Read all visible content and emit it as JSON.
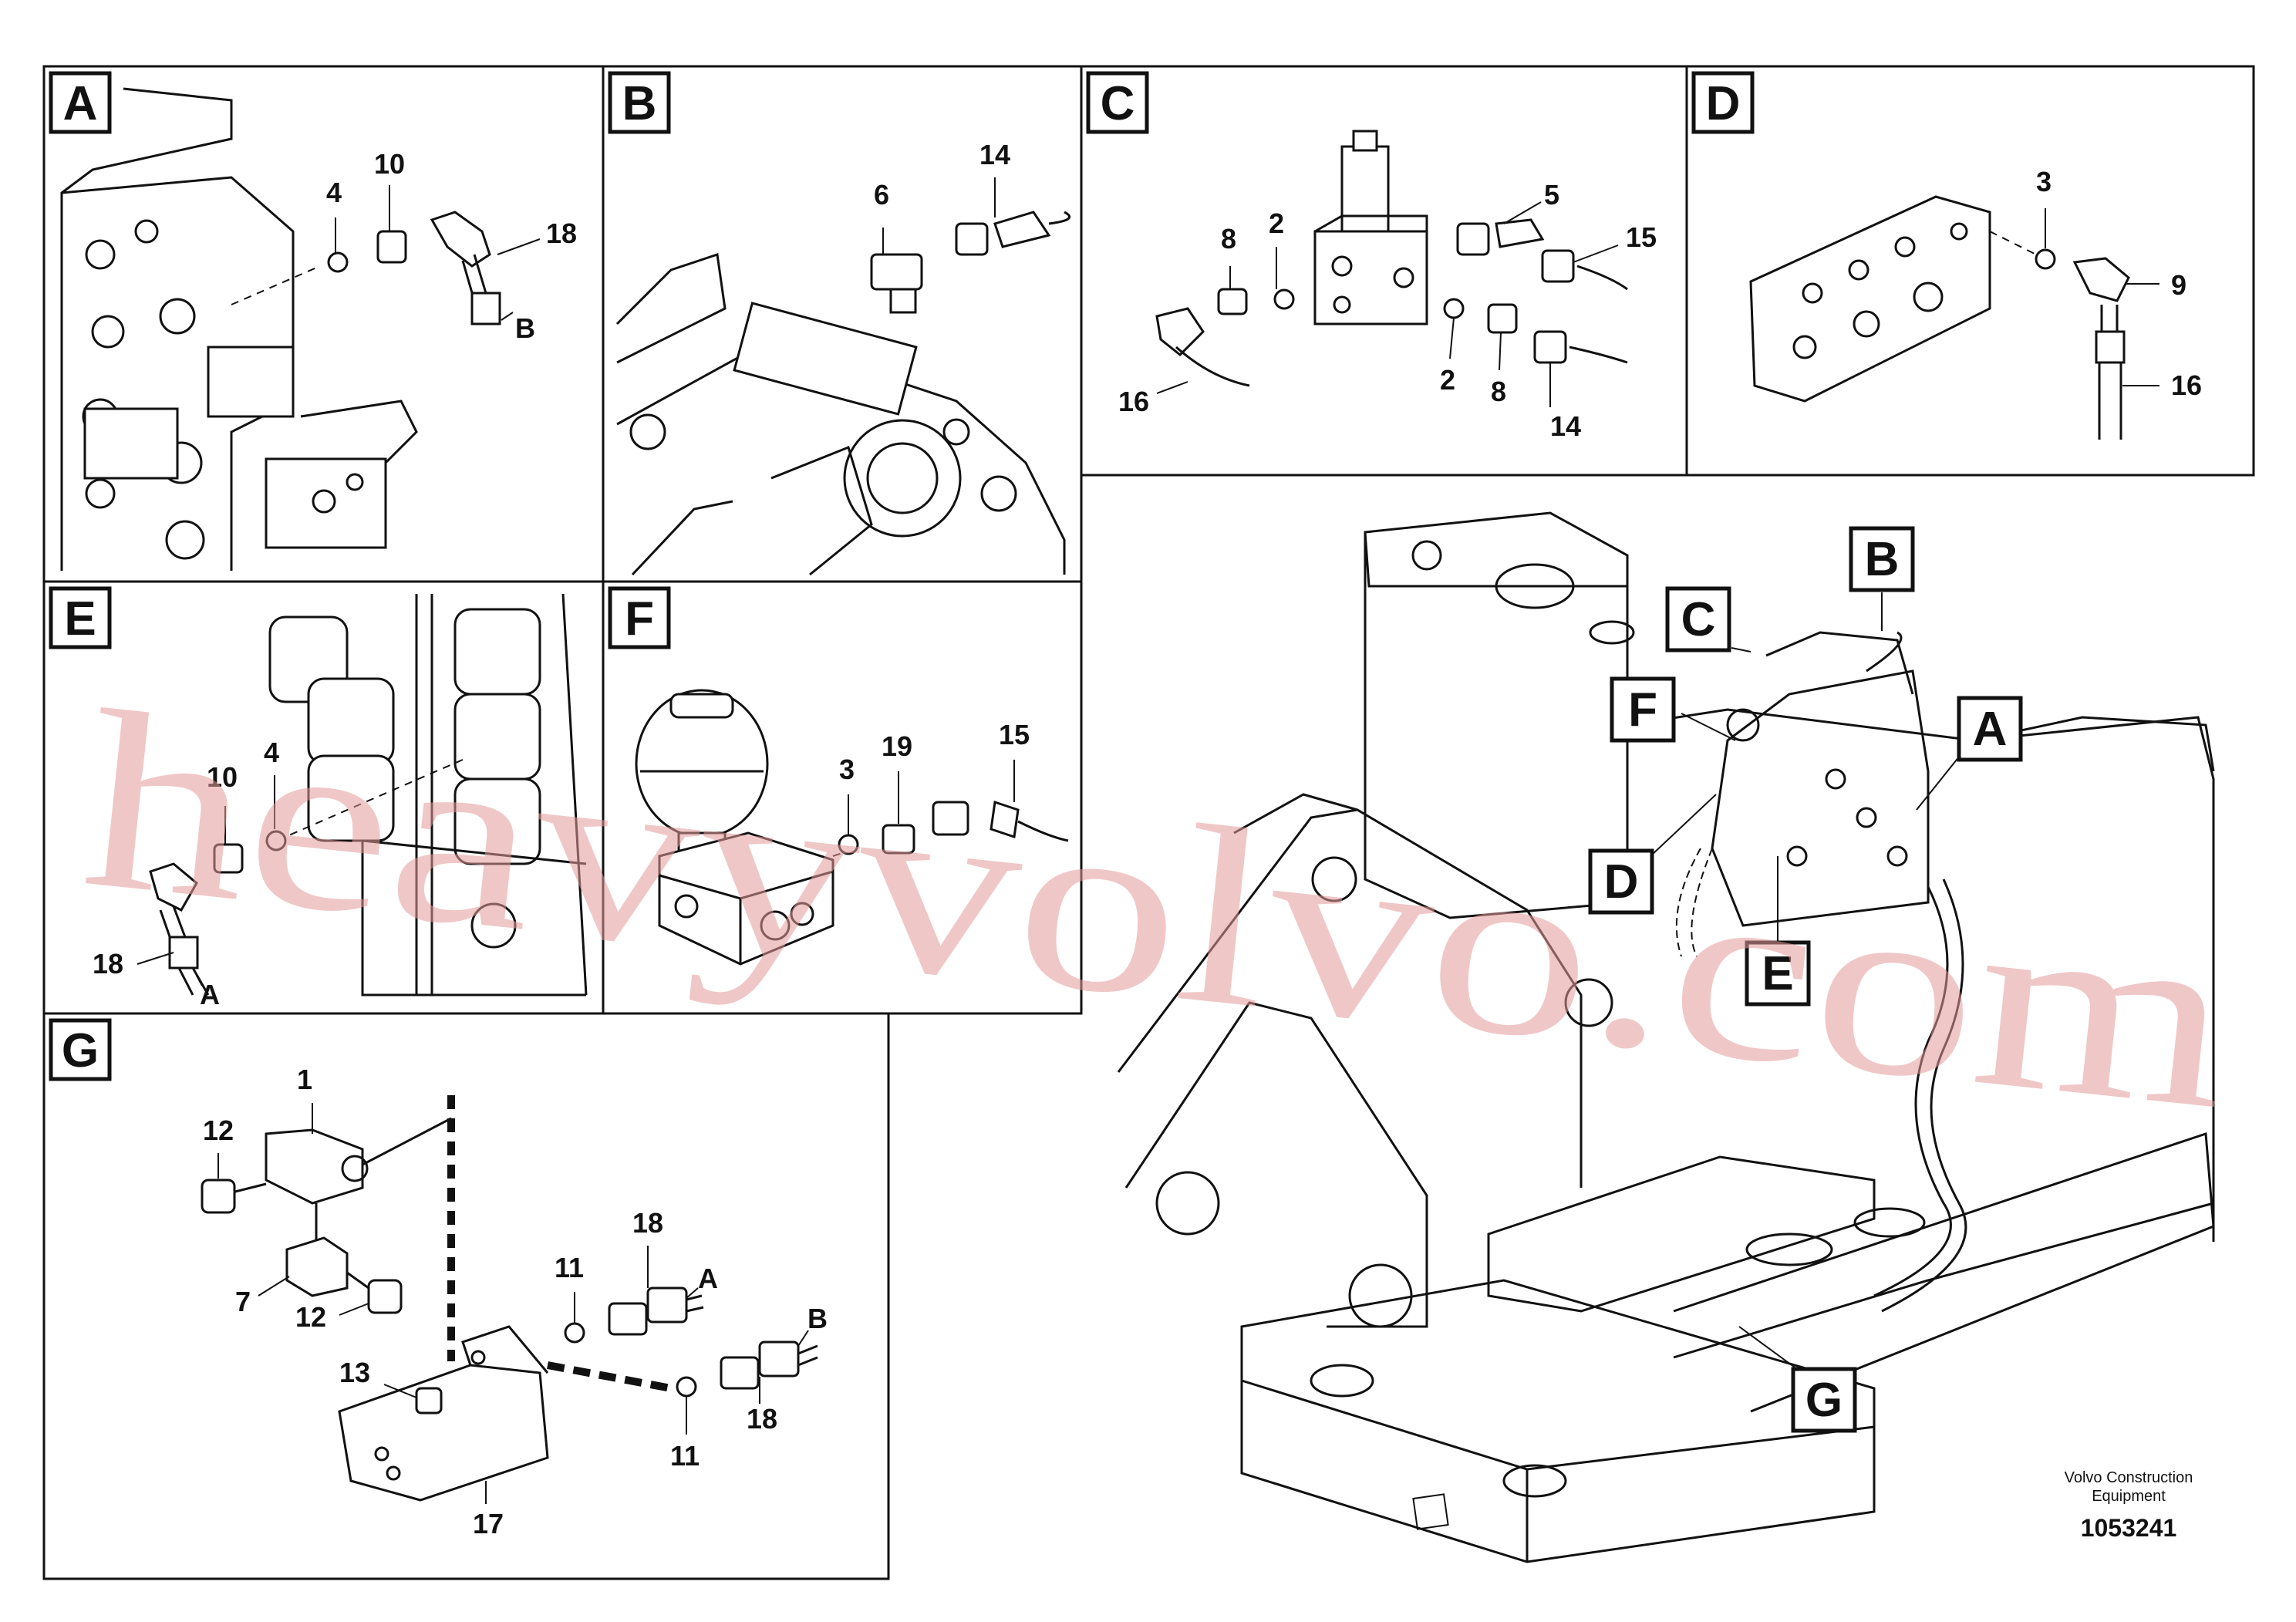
{
  "panels": [
    {
      "id": "A",
      "callouts": [
        "4",
        "10",
        "18",
        "B"
      ]
    },
    {
      "id": "B",
      "callouts": [
        "6",
        "14"
      ]
    },
    {
      "id": "C",
      "callouts": [
        "8",
        "2",
        "5",
        "15",
        "2",
        "8",
        "14",
        "16"
      ]
    },
    {
      "id": "D",
      "callouts": [
        "3",
        "9",
        "16"
      ]
    },
    {
      "id": "E",
      "callouts": [
        "10",
        "4",
        "18",
        "A"
      ]
    },
    {
      "id": "F",
      "callouts": [
        "3",
        "19",
        "15"
      ]
    },
    {
      "id": "G",
      "callouts": [
        "1",
        "12",
        "7",
        "12",
        "13",
        "17",
        "11",
        "18",
        "A",
        "11",
        "18",
        "B"
      ]
    }
  ],
  "overview_labels": [
    "B",
    "C",
    "F",
    "A",
    "D",
    "E",
    "G"
  ],
  "footer": {
    "company": "Volvo Construction",
    "company2": "Equipment",
    "doc_number": "1053241"
  },
  "watermark": "heavyvolvo.com",
  "colors": {
    "ink": "#111111",
    "watermark": "#e59a9a",
    "paper": "#ffffff"
  }
}
